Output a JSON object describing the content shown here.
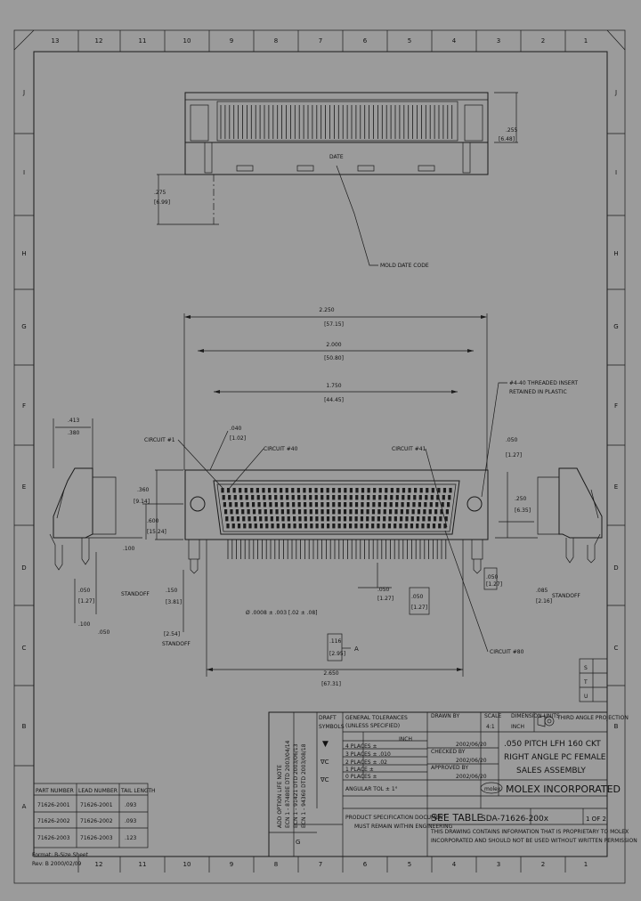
{
  "border": {
    "top_zones": [
      "13",
      "12",
      "11",
      "10",
      "9",
      "8",
      "7",
      "6",
      "5",
      "4",
      "3",
      "2",
      "1"
    ],
    "bottom_zones": [
      "12",
      "11",
      "10",
      "9",
      "8",
      "7",
      "6",
      "5",
      "4",
      "3",
      "2",
      "1"
    ],
    "left_rows": [
      "J",
      "I",
      "H",
      "G",
      "F",
      "E",
      "D",
      "C",
      "B",
      "A"
    ],
    "right_rows": [
      "J",
      "I",
      "H",
      "G",
      "F",
      "E",
      "D",
      "C",
      "B"
    ]
  },
  "top_view": {
    "dim_height": ".255",
    "dim_height_metric": "[6.48]",
    "dim_side": ".275",
    "dim_side_metric": "[6.99]",
    "label_date": "DATE",
    "callout": "MOLD DATE CODE"
  },
  "front_view": {
    "dim_overall": "2.250",
    "dim_overall_metric": "[57.15]",
    "dim_mid": "2.000",
    "dim_mid_metric": "[50.80]",
    "dim_inner": "1.750",
    "dim_inner_metric": "[44.45]",
    "circuit_1": "CIRCUIT #1",
    "circuit_40": "CIRCUIT #40",
    "circuit_41": "CIRCUIT #41",
    "circuit_80": "CIRCUIT #80",
    "hole_dim": ".040",
    "hole_dim_metric": "[1.02]",
    "thread_note": "#4-40 THREADED INSERT\nRETAINED IN PLASTIC",
    "left_dim_top": ".360",
    "left_dim_top_metric": "[9.14]",
    "left_dim_mid": ".600",
    "left_dim_mid_metric": "[15.24]",
    "left_dim_bot": ".100",
    "side_dim_a": ".413",
    "side_dim_b": ".380",
    "side_dim_c": ".050",
    "side_dim_c_metric": "[1.27]",
    "side_dim_d": ".100",
    "side_dim_e": ".050",
    "standoff": "STANDOFF",
    "standoff_metric": "[2.54]",
    "right_dim_a": ".050",
    "right_dim_a_metric": "[1.27]",
    "right_dim_b": ".250",
    "right_dim_b_metric": "[6.35]",
    "right_dim_c": ".085",
    "right_dim_c_metric": "[2.16]",
    "right_standoff": "STANDOFF",
    "pitch_dim": ".050",
    "pitch_dim_metric": "[1.27]",
    "tol_note": "Ø .0008 ± .003 [.02 ± .08]",
    "datum_a": "A",
    "box_dim": ".116",
    "box_dim_metric": "[2.95]",
    "bottom_dim": "2.650",
    "bottom_dim_metric": "[67.31]",
    "far_right_dim": ".050",
    "far_right_dim_metric": "[1.27]"
  },
  "revision_block": {
    "rows": [
      "S",
      "T",
      "U"
    ]
  },
  "title_block": {
    "general_tolerances": "GENERAL TOLERANCES",
    "unless_specified": "(UNLESS SPECIFIED)",
    "angular_tol": "ANGULAR TOL ± 1°",
    "tol_rows": [
      "4 PLACES ±",
      "3 PLACES ± .010",
      "2 PLACES ± .02",
      "1 PLACE ±",
      "0 PLACES ±"
    ],
    "inch_label": "INCH",
    "drawn": "DRAWN BY",
    "check": "CHECKED BY",
    "approved": "APPROVED BY",
    "date_1": "2002/06/20",
    "date_2": "2002/06/20",
    "date_3": "2002/06/20",
    "scale": "SCALE",
    "scale_value": "4:1",
    "dimension_units": "DIMENSION UNITS",
    "units_value": "INCH",
    "projection": "THIRD ANGLE PROJECTION",
    "description_lines": [
      ".050 PITCH LFH 160 CKT",
      "RIGHT ANGLE PC FEMALE",
      "SALES ASSEMBLY"
    ],
    "company": "MOLEX INCORPORATED",
    "molex_logo": "molex",
    "doc_type": "SEE TABLE",
    "doc_number": "SDA-71626-200x",
    "sheet": "1 OF 2",
    "product_spec_note": "PRODUCT SPECIFICATION DOCUMENT\nMUST REMAIN WITHIN ENGINEERING",
    "proprietary": "THIS DRAWING CONTAINS INFORMATION THAT IS PROPRIETARY TO MOLEX INCORPORATED AND SHOULD NOT BE USED WITHOUT WRITTEN PERMISSION",
    "draft_label": "DRAFT",
    "symbols_label": "SYMBOLS",
    "sym_1": "▼",
    "sym_2": "∇C",
    "sym_3": "∇C"
  },
  "rev_history": {
    "lines": [
      "ADD OPTION LIFE NOTE",
      "ECN 1 - 87480E DTD 2003/04/14",
      "ECN 1 - 91421 DTD 2003/06/13",
      "ECN 1 - 94360 DTD 2003/08/18"
    ],
    "rev_letter": "G"
  },
  "parts_table": {
    "headers": [
      "PART NUMBER",
      "LEAD NUMBER",
      "TAIL LENGTH"
    ],
    "rows": [
      [
        "71626-2001",
        "71626-2001",
        ".093"
      ],
      [
        "71626-2002",
        "71626-2002",
        ".093"
      ],
      [
        "71626-2003",
        "71626-2003",
        ".123"
      ]
    ]
  },
  "footer": {
    "format": "Format: B-Size Sheet",
    "revision": "Rev: B 2000/02/09"
  }
}
